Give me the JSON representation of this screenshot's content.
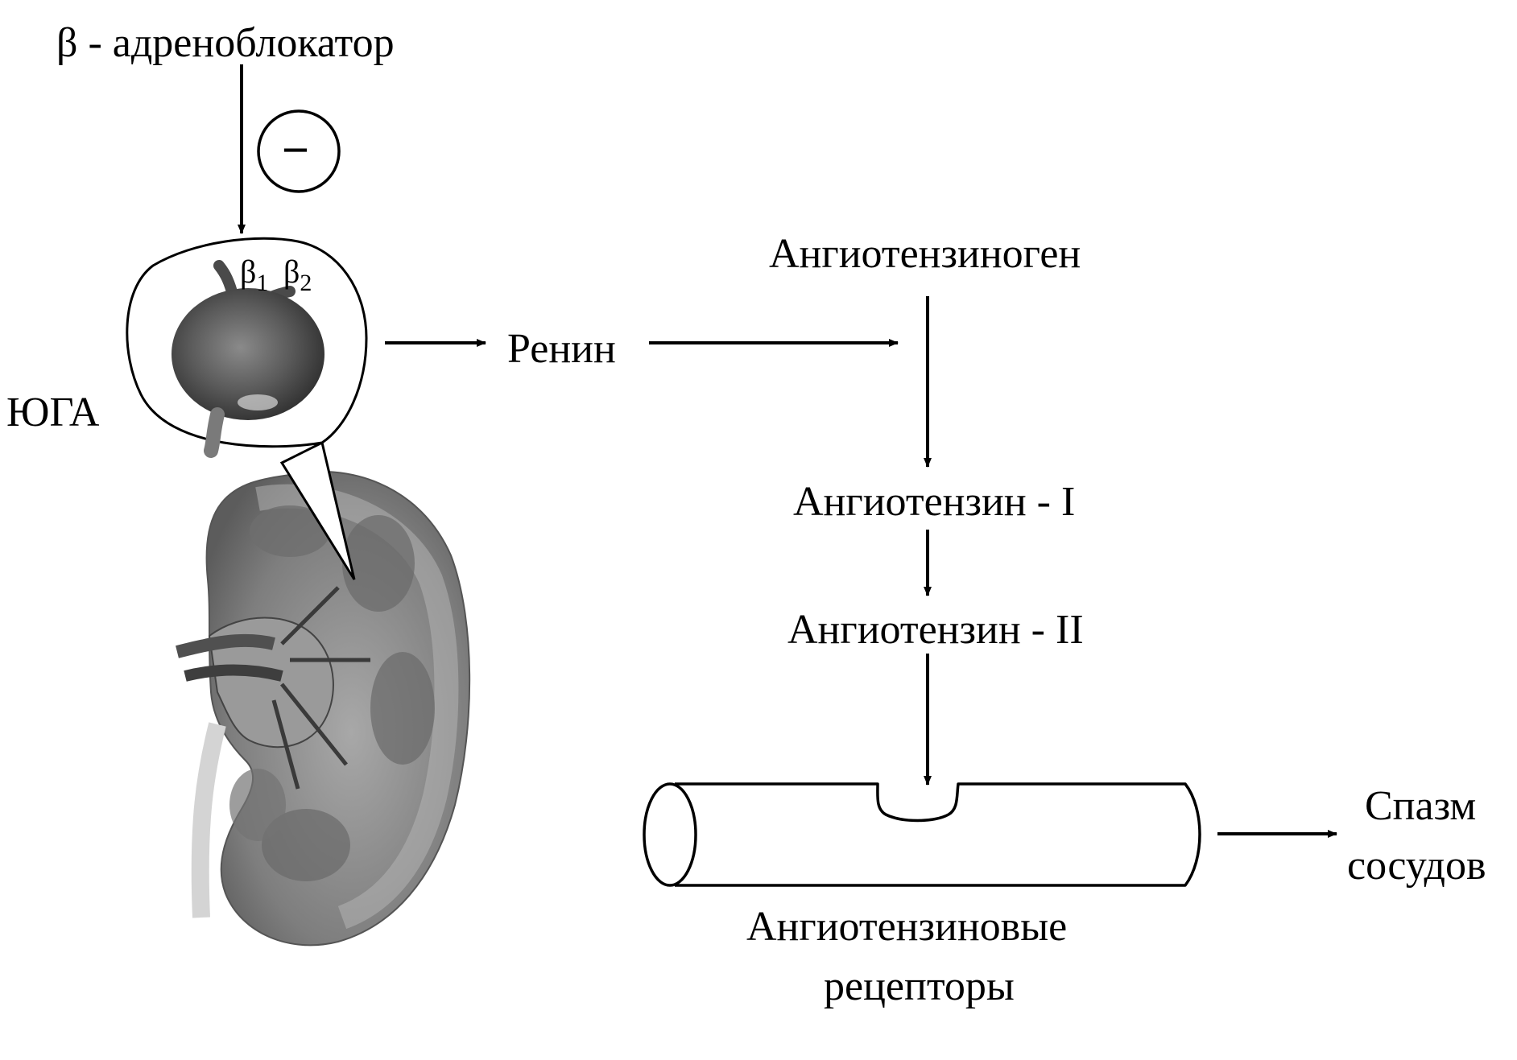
{
  "labels": {
    "blocker": "β - адреноблокатор",
    "minus": "−",
    "juga": "ЮГА",
    "beta1_symbol": "β",
    "beta1_sub": "1",
    "beta2_symbol": "β",
    "beta2_sub": "2",
    "renin": "Ренин",
    "angiotensinogen": "Ангиотензиноген",
    "angiotensin1": "Ангиотензин - I",
    "angiotensin2": "Ангиотензин - II",
    "receptors_line1": "Ангиотензиновые",
    "receptors_line2": "рецепторы",
    "spasm_line1": "Спазм",
    "spasm_line2": "сосудов"
  },
  "illustrations": {
    "kidney": "kidney-cross-section",
    "glomerulus": "juxtaglomerular-apparatus",
    "vessel": "blood-vessel-with-receptor-notch"
  },
  "colors": {
    "ink": "#000000",
    "kidney_dark": "#4a4a4a",
    "kidney_mid": "#8a8a8a",
    "kidney_light": "#c4c4c4"
  }
}
